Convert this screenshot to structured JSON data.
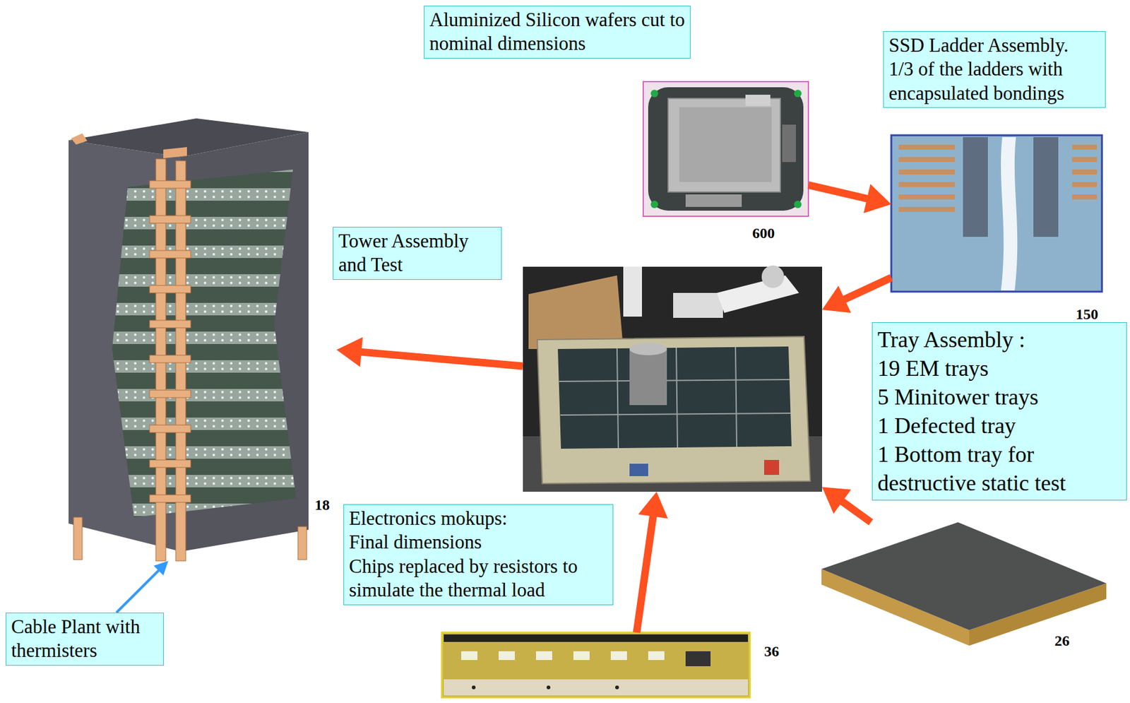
{
  "diagram": {
    "nodes": [
      {
        "text": [
          "Aluminized Silicon wafers cut to nominal dimensions"
        ]
      },
      {
        "text": [
          "SSD Ladder Assembly.",
          "1/3 of the ladders with encapsulated bondings"
        ]
      },
      {
        "text": [
          "600"
        ]
      },
      {
        "text": [
          "18"
        ]
      },
      {
        "text": [
          "150"
        ]
      },
      {
        "text": [
          "Tower Assembly and Test"
        ]
      },
      {
        "text": []
      },
      {
        "text": [
          "Tray Assembly :",
          "19 EM trays",
          "5 Minitower trays",
          "1 Defected tray",
          "1 Bottom tray for destructive static test"
        ]
      },
      {
        "text": [
          "Electronics mokups:",
          "Final dimensions",
          "Chips replaced by resistors to simulate the thermal load"
        ]
      },
      {
        "text": [
          "26"
        ]
      },
      {
        "text": [
          "Cable Plant with thermisters"
        ]
      },
      {
        "text": [
          "36"
        ]
      }
    ],
    "edges": [
      {
        "from": 10,
        "to": 3,
        "arrow": "to"
      },
      {
        "from": 2,
        "to": 4,
        "arrow": "to"
      },
      {
        "from": 4,
        "to": 6,
        "arrow": "to"
      },
      {
        "from": 6,
        "to": 3,
        "arrow": "to"
      },
      {
        "from": 11,
        "to": 6,
        "arrow": "to"
      },
      {
        "from": 9,
        "to": 6,
        "arrow": "to"
      }
    ]
  }
}
